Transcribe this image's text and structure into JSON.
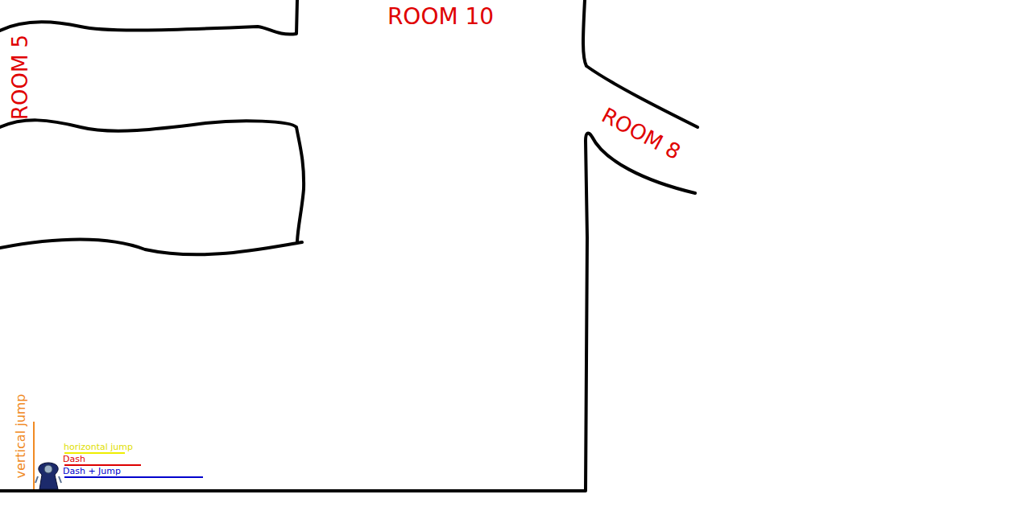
{
  "diagram": {
    "labels": [
      "ROOM 10",
      "ROOM 5",
      "ROOM 8",
      "vertical jump",
      "horizontal jump",
      "Dash",
      "Dash + Jump"
    ]
  }
}
